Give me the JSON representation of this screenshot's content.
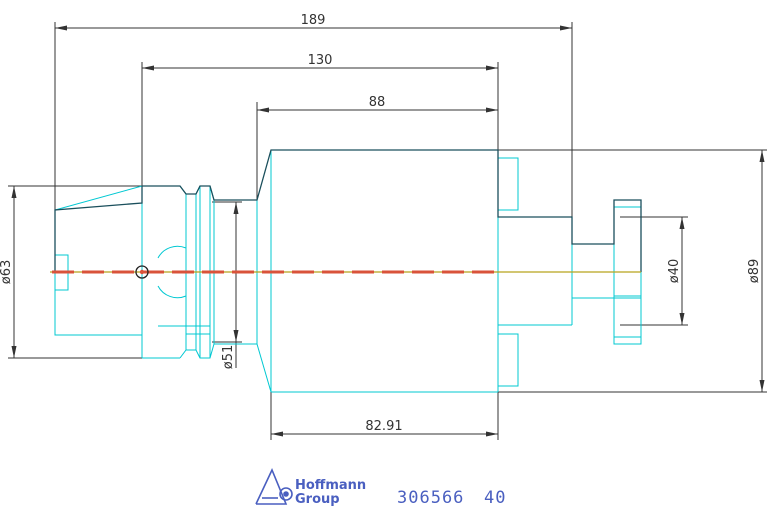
{
  "dimensions": {
    "overall_length": "189",
    "length_130": "130",
    "length_88": "88",
    "body_length": "82.91",
    "dia_63": "ø63",
    "dia_51": "ø51",
    "dia_40": "ø40",
    "dia_89": "ø89"
  },
  "logo": {
    "line1": "Hoffmann",
    "line2": "Group"
  },
  "part_number": "306566",
  "part_suffix": "40",
  "colors": {
    "outline": "#00c8d2",
    "dimension": "#333333",
    "profile": "#1a4f5c",
    "centerline": "#d9533a",
    "brand": "#4a5fc0"
  }
}
